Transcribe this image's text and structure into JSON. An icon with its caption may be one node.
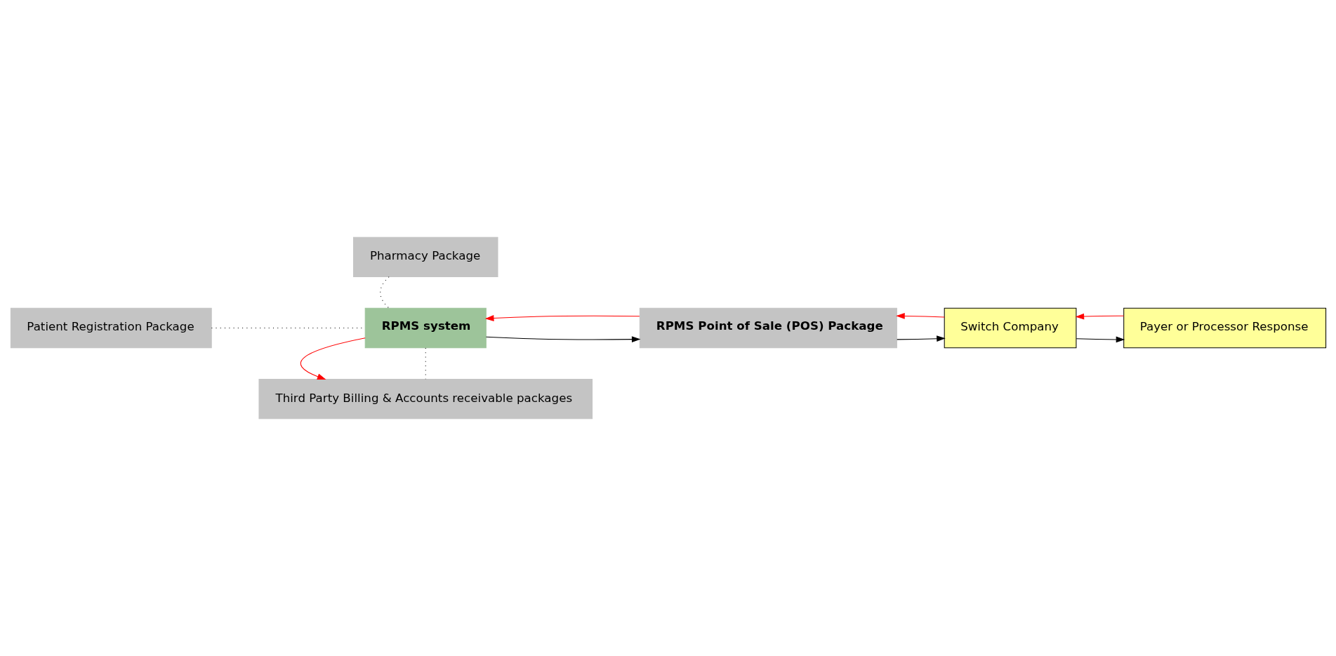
{
  "diagram": {
    "nodes": [
      {
        "text": [
          "Pharmacy Package"
        ]
      },
      {
        "text": [
          "Patient Registration Package"
        ]
      },
      {
        "text": [
          "RPMS system"
        ]
      },
      {
        "text": [
          "RPMS Point of Sale (POS) Package"
        ]
      },
      {
        "text": [
          "Switch Company"
        ]
      },
      {
        "text": [
          "Payer or Processor Response"
        ]
      },
      {
        "text": [
          "Third Party Billing & Accounts receivable packages"
        ]
      }
    ],
    "edges": [
      {
        "from": 0,
        "to": 2,
        "arrow": "none",
        "style": "dashed"
      },
      {
        "from": 1,
        "to": 2,
        "arrow": "none",
        "style": "dashed"
      },
      {
        "from": 2,
        "to": 6,
        "arrow": "none",
        "style": "dashed"
      },
      {
        "from": 2,
        "to": 3,
        "arrow": "to"
      },
      {
        "from": 3,
        "to": 2,
        "arrow": "to",
        "color": "#ff0000"
      },
      {
        "from": 3,
        "to": 4,
        "arrow": "to"
      },
      {
        "from": 4,
        "to": 3,
        "arrow": "to",
        "color": "#ff0000"
      },
      {
        "from": 4,
        "to": 5,
        "arrow": "to"
      },
      {
        "from": 5,
        "to": 4,
        "arrow": "to",
        "color": "#ff0000"
      },
      {
        "from": 2,
        "to": 6,
        "arrow": "to",
        "color": "#ff0000"
      }
    ]
  }
}
